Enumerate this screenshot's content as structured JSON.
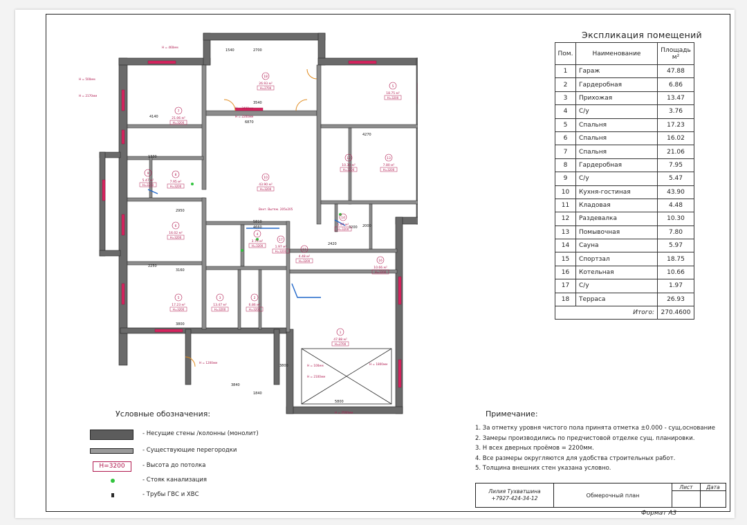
{
  "explication": {
    "title": "Экспликация помещений",
    "headers": {
      "num": "Пом.",
      "name": "Наименование",
      "area": "Площадь м²"
    },
    "rows": [
      {
        "num": "1",
        "name": "Гараж",
        "area": "47.88"
      },
      {
        "num": "2",
        "name": "Гардеробная",
        "area": "6.86"
      },
      {
        "num": "3",
        "name": "Прихожая",
        "area": "13.47"
      },
      {
        "num": "4",
        "name": "С/у",
        "area": "3.76"
      },
      {
        "num": "5",
        "name": "Спальня",
        "area": "17.23"
      },
      {
        "num": "6",
        "name": "Спальня",
        "area": "16.02"
      },
      {
        "num": "7",
        "name": "Спальня",
        "area": "21.06"
      },
      {
        "num": "8",
        "name": "Гардеробная",
        "area": "7.95"
      },
      {
        "num": "9",
        "name": "С/у",
        "area": "5.47"
      },
      {
        "num": "10",
        "name": "Кухня-гостиная",
        "area": "43.90"
      },
      {
        "num": "11",
        "name": "Кладовая",
        "area": "4.48"
      },
      {
        "num": "12",
        "name": "Раздевалка",
        "area": "10.30"
      },
      {
        "num": "13",
        "name": "Помывочная",
        "area": "7.80"
      },
      {
        "num": "14",
        "name": "Сауна",
        "area": "5.97"
      },
      {
        "num": "15",
        "name": "Спортзал",
        "area": "18.75"
      },
      {
        "num": "16",
        "name": "Котельная",
        "area": "10.66"
      },
      {
        "num": "17",
        "name": "С/у",
        "area": "1.97"
      },
      {
        "num": "18",
        "name": "Терраса",
        "area": "26.93"
      }
    ],
    "total_label": "Итого:",
    "total_value": "270.4600"
  },
  "legend": {
    "title": "Условные обозначения:",
    "items": [
      {
        "icon": "bearing-wall-symbol",
        "text": "- Несущие стены /колонны (монолит)"
      },
      {
        "icon": "partition-symbol",
        "text": "- Существующие перегородки"
      },
      {
        "icon": "ceiling-height-symbol",
        "symbol_text": "H=3200",
        "text": "- Высота до потолка"
      },
      {
        "icon": "sewer-riser-dot",
        "text": "- Стояк канализация"
      },
      {
        "icon": "pipe-symbol",
        "text": "- Трубы ГВС и ХВС"
      }
    ]
  },
  "notes": {
    "title": "Примечание:",
    "items": [
      "1. За отметку уровня чистого пола принята отметка ±0.000 - сущ.основание",
      "2. Замеры производились по предчистовой отделке сущ. планировки.",
      "3. Н всех дверных проёмов = 2200мм.",
      "4. Все размеры округляются для удобства строительных работ.",
      "5. Толщина внешних стен указана условно."
    ]
  },
  "stamp": {
    "author": "Лилия Тухватшина",
    "phone": "+7927-424-34-12",
    "sheet_name": "Обмерочный план",
    "list_label": "Лист",
    "date_label": "Дата"
  },
  "format_label": "Формат А3",
  "plan": {
    "dimensions": [
      "2700",
      "1540",
      "3540",
      "6870",
      "2950",
      "4140",
      "3160",
      "4270",
      "3800",
      "5800",
      "1840",
      "2250",
      "5810",
      "4660",
      "3200",
      "2000",
      "2420",
      "3840",
      "1330",
      "3800"
    ],
    "room_labels": [
      {
        "num": "18",
        "area": "26.93 м²",
        "h": "H=2700"
      },
      {
        "num": "5",
        "area": "18.75 м²",
        "h": "H=3200"
      },
      {
        "num": "7",
        "area": "21.06 м²",
        "h": "H=3200"
      },
      {
        "num": "10",
        "area": "43.90 м²",
        "h": "H=3200"
      },
      {
        "num": "9",
        "area": "5.47 м²",
        "h": "H=3200"
      },
      {
        "num": "8",
        "area": "7.95 м²",
        "h": "H=3200"
      },
      {
        "num": "12",
        "area": "10.30 м²",
        "h": "H=3200"
      },
      {
        "num": "13",
        "area": "7.80 м²",
        "h": "H=3200"
      },
      {
        "num": "14",
        "area": "5.97 м²",
        "h": "H=3200"
      },
      {
        "num": "6",
        "area": "16.02 м²",
        "h": "H=3200"
      },
      {
        "num": "4",
        "area": "3.76 м²",
        "h": "H=3200"
      },
      {
        "num": "11",
        "area": "4.48 м²",
        "h": "H=3200"
      },
      {
        "num": "16",
        "area": "10.66 м²",
        "h": "H=3200"
      },
      {
        "num": "17",
        "area": "1.97 м²",
        "h": "H=3200"
      },
      {
        "num": "5",
        "area": "17.23 м²",
        "h": "H=3200"
      },
      {
        "num": "3",
        "area": "13.47 м²",
        "h": "H=3200"
      },
      {
        "num": "2",
        "area": "6.86 м²",
        "h": "H=3200"
      },
      {
        "num": "1",
        "area": "47.88 м²",
        "h": "H=2700"
      }
    ],
    "callouts": [
      "H = 500мм",
      "H = 2170мм",
      "H = 460мм",
      "H = 830мм",
      "H = 1800мм",
      "H = 1430мм",
      "H = 1200мм",
      "H = 100мм",
      "H = 2100мм",
      "H = 2200мм",
      "H = 2500мм",
      "H = 3400мм",
      "Вент. Вытяж. 205x205"
    ]
  },
  "colors": {
    "wall": "#5c5c5c",
    "partition": "#9a9a9a",
    "accent": "#b0184e",
    "riser": "#32c43e",
    "blue": "#1f66c9"
  }
}
